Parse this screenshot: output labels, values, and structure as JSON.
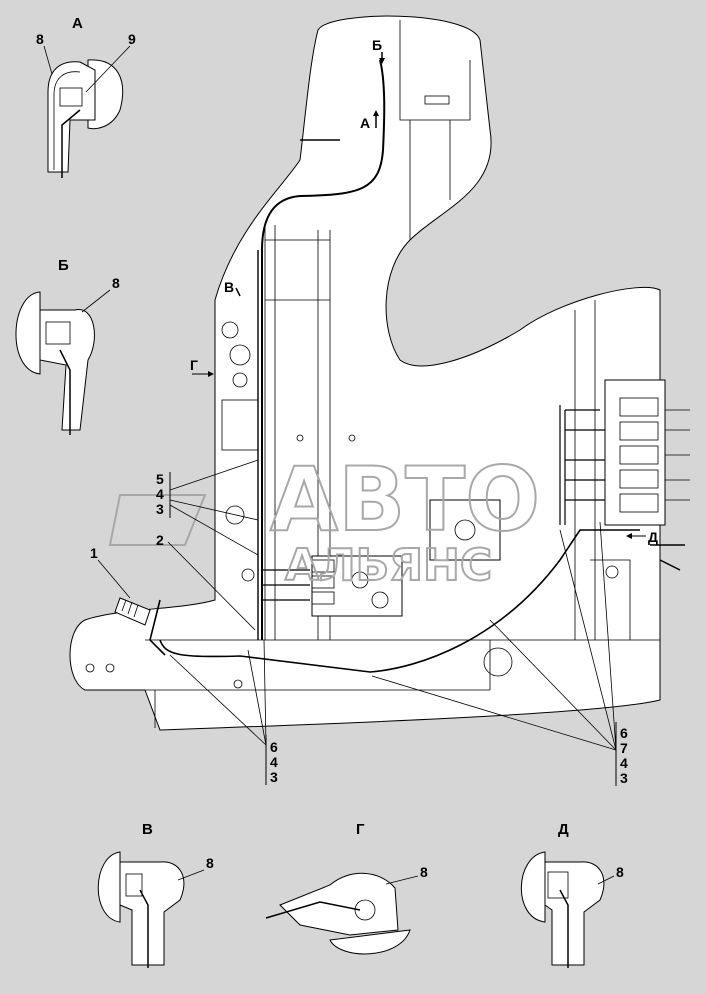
{
  "views": {
    "A": "А",
    "B": "Б",
    "V": "В",
    "G": "Г",
    "D": "Д"
  },
  "callouts": {
    "c1": "1",
    "c2": "2",
    "c3": "3",
    "c4": "4",
    "c5": "5",
    "c6": "6",
    "c7": "7",
    "c8": "8",
    "c9": "9"
  },
  "stacks": {
    "left_mid": [
      "5",
      "4",
      "3"
    ],
    "bottom_left": [
      "6",
      "4",
      "3"
    ],
    "bottom_right": [
      "6",
      "7",
      "4",
      "3"
    ]
  },
  "watermark": {
    "line1": "АВТО",
    "line2": "АЛЬЯНС"
  },
  "colors": {
    "background": "#d6d6d6",
    "frame_fill": "#ffffff",
    "line": "#000000",
    "watermark": "#a8a8a8"
  }
}
